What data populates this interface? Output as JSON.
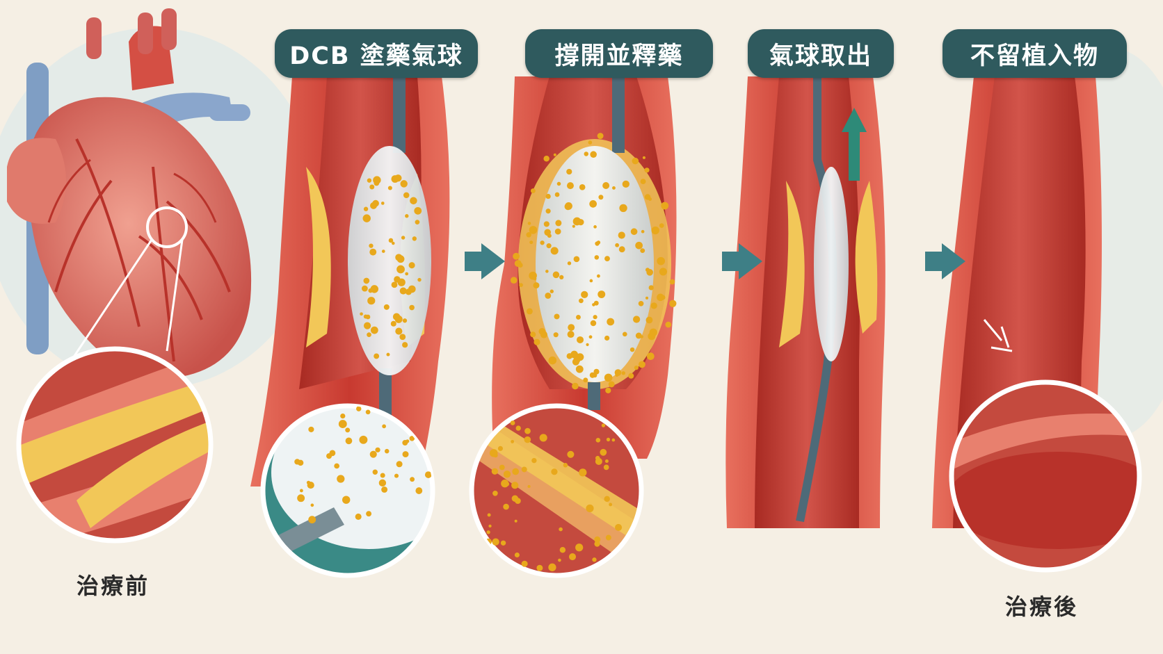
{
  "steps": [
    {
      "label": "DCB 塗藥氣球"
    },
    {
      "label": "撐開並釋藥"
    },
    {
      "label": "氣球取出"
    },
    {
      "label": "不留植入物"
    }
  ],
  "captions": {
    "before": "治療前",
    "after": "治療後"
  },
  "colors": {
    "title_bg": "#2f5a5e",
    "arrow": "#3e7f86",
    "teal_arrow": "#2e8a78",
    "vessel_wall": "#d8463c",
    "vessel_lumen": "#b83228",
    "plaque": "#f2c758",
    "drug": "#e8a81c",
    "background": "#f5efe4"
  },
  "icons": [
    "heart-illustration",
    "right-arrow-icon",
    "up-arrow-icon",
    "magnifier-circle"
  ]
}
